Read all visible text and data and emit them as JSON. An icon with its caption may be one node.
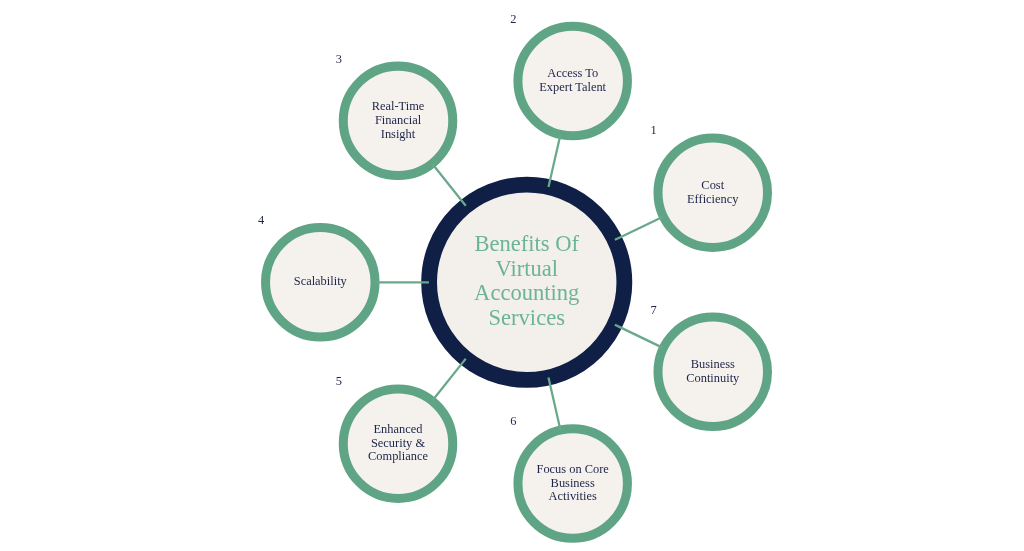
{
  "diagram": {
    "nodes": [
      {
        "text": [
          "Benefits Of Virtual Accounting Services"
        ]
      },
      {
        "text": [
          "Cost Efficiency"
        ],
        "beside": [
          "1"
        ]
      },
      {
        "text": [
          "Access To Expert Talent"
        ],
        "beside": [
          "2"
        ]
      },
      {
        "text": [
          "Real-Time Financial Insight"
        ],
        "beside": [
          "3"
        ]
      },
      {
        "text": [
          "Scalability"
        ],
        "beside": [
          "4"
        ]
      },
      {
        "text": [
          "Enhanced Security & Compliance"
        ],
        "beside": [
          "5"
        ]
      },
      {
        "text": [
          "Focus on Core Business Activities"
        ],
        "beside": [
          "6"
        ]
      },
      {
        "text": [
          "Business Continuity"
        ],
        "beside": [
          "7"
        ]
      }
    ],
    "edges": [
      {
        "from": 0,
        "to": 1,
        "arrow": "none"
      },
      {
        "from": 0,
        "to": 2,
        "arrow": "none"
      },
      {
        "from": 0,
        "to": 3,
        "arrow": "none"
      },
      {
        "from": 0,
        "to": 4,
        "arrow": "none"
      },
      {
        "from": 0,
        "to": 5,
        "arrow": "none"
      },
      {
        "from": 0,
        "to": 6,
        "arrow": "none"
      },
      {
        "from": 0,
        "to": 7,
        "arrow": "none"
      }
    ]
  }
}
